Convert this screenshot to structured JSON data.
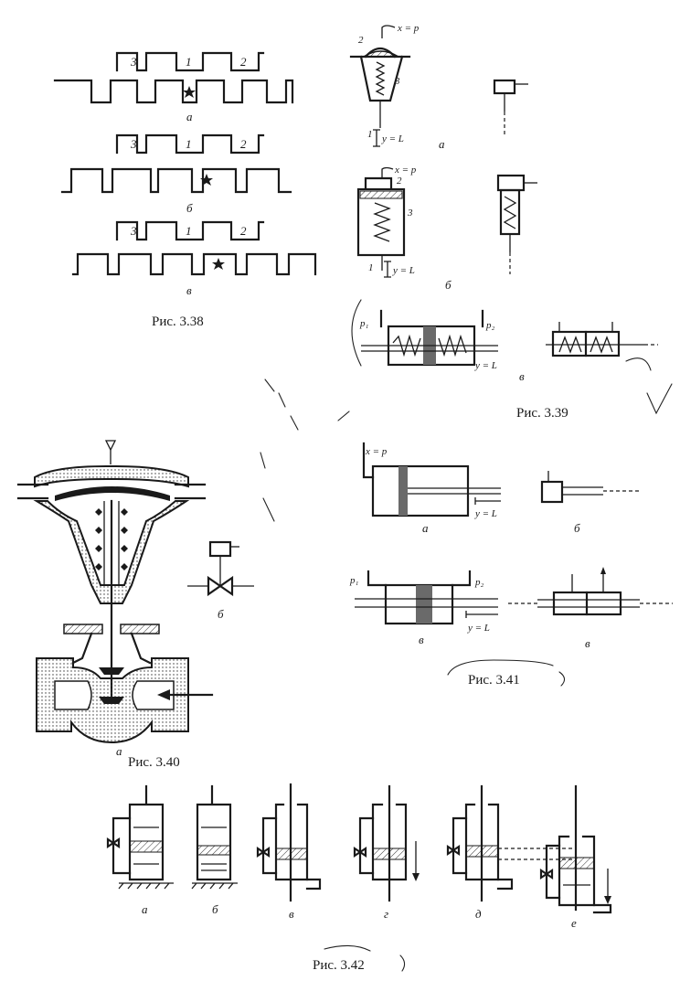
{
  "figures": {
    "fig_3_38": {
      "caption": "Рис. 3.38",
      "rows": [
        {
          "letter": "а",
          "slots": [
            "3",
            "1",
            "2"
          ]
        },
        {
          "letter": "б",
          "slots": [
            "3",
            "1",
            "2"
          ]
        },
        {
          "letter": "в",
          "slots": [
            "3",
            "1",
            "2"
          ]
        }
      ]
    },
    "fig_3_39": {
      "caption": "Рис. 3.39",
      "a": {
        "letter": "а",
        "input": "x = p",
        "output": "y = L",
        "parts": [
          "2",
          "3",
          "1"
        ]
      },
      "b": {
        "letter": "б",
        "input": "x = p",
        "output": "y = L",
        "parts": [
          "2",
          "3",
          "1"
        ]
      },
      "v": {
        "letter": "в",
        "p1": "p₁",
        "p2": "p₂",
        "output": "y = L"
      }
    },
    "fig_3_40": {
      "caption": "Рис. 3.40",
      "a": {
        "letter": "а"
      },
      "b": {
        "letter": "б"
      }
    },
    "fig_3_41": {
      "caption": "Рис. 3.41",
      "a": {
        "letter": "а",
        "input": "x = p",
        "output": "y = L"
      },
      "b": {
        "letter": "б"
      },
      "v": {
        "letter": "в",
        "p1": "p₁",
        "p2": "p₂",
        "output": "y = L"
      },
      "v2": {
        "letter": "в"
      }
    },
    "fig_3_42": {
      "caption": "Рис. 3.42",
      "letters": [
        "а",
        "б",
        "в",
        "г",
        "д",
        "е"
      ]
    }
  },
  "icons": [
    "spring-icon",
    "star-icon",
    "arrow-icon",
    "valve-icon"
  ]
}
